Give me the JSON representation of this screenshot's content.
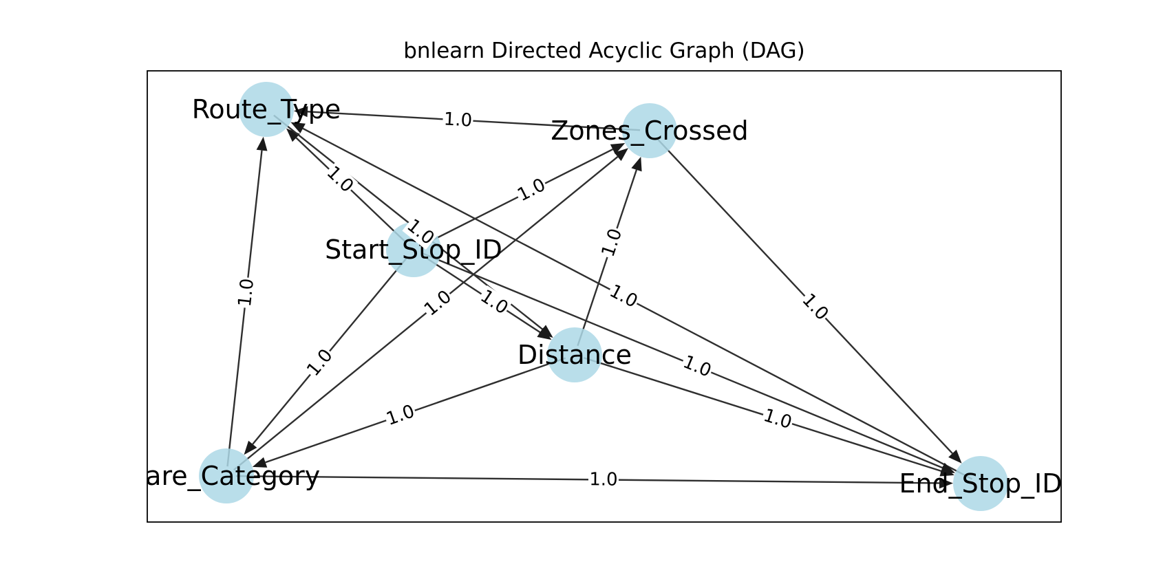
{
  "title": "bnlearn Directed Acyclic Graph (DAG)",
  "colors": {
    "node_fill": "#add8e6",
    "edge": "#2f2f2f",
    "arrow": "#1a1a1a",
    "label_box": "#ffffff"
  },
  "nodes": [
    {
      "id": "Route_Type",
      "label": "Route_Type"
    },
    {
      "id": "Zones_Crossed",
      "label": "Zones_Crossed"
    },
    {
      "id": "Start_Stop_ID",
      "label": "Start_Stop_ID"
    },
    {
      "id": "Distance",
      "label": "Distance"
    },
    {
      "id": "Fare_Category",
      "label": "Fare_Category"
    },
    {
      "id": "End_Stop_ID",
      "label": "End_Stop_ID"
    }
  ],
  "edges": [
    {
      "source": "Zones_Crossed",
      "target": "Route_Type",
      "label": "1.0"
    },
    {
      "source": "Start_Stop_ID",
      "target": "Route_Type",
      "label": "1.0"
    },
    {
      "source": "Fare_Category",
      "target": "Route_Type",
      "label": "1.0"
    },
    {
      "source": "End_Stop_ID",
      "target": "Route_Type",
      "label": "1.0"
    },
    {
      "source": "Start_Stop_ID",
      "target": "Zones_Crossed",
      "label": "1.0"
    },
    {
      "source": "Distance",
      "target": "Zones_Crossed",
      "label": "1.0"
    },
    {
      "source": "Fare_Category",
      "target": "Zones_Crossed",
      "label": "1.0"
    },
    {
      "source": "Route_Type",
      "target": "Distance",
      "label": "1.0"
    },
    {
      "source": "Start_Stop_ID",
      "target": "Distance",
      "label": "1.0"
    },
    {
      "source": "Start_Stop_ID",
      "target": "Fare_Category",
      "label": "1.0"
    },
    {
      "source": "Distance",
      "target": "Fare_Category",
      "label": "1.0"
    },
    {
      "source": "Zones_Crossed",
      "target": "End_Stop_ID",
      "label": "1.0"
    },
    {
      "source": "Start_Stop_ID",
      "target": "End_Stop_ID",
      "label": "1.0"
    },
    {
      "source": "Distance",
      "target": "End_Stop_ID",
      "label": "1.0"
    },
    {
      "source": "Fare_Category",
      "target": "End_Stop_ID",
      "label": "1.0"
    }
  ]
}
